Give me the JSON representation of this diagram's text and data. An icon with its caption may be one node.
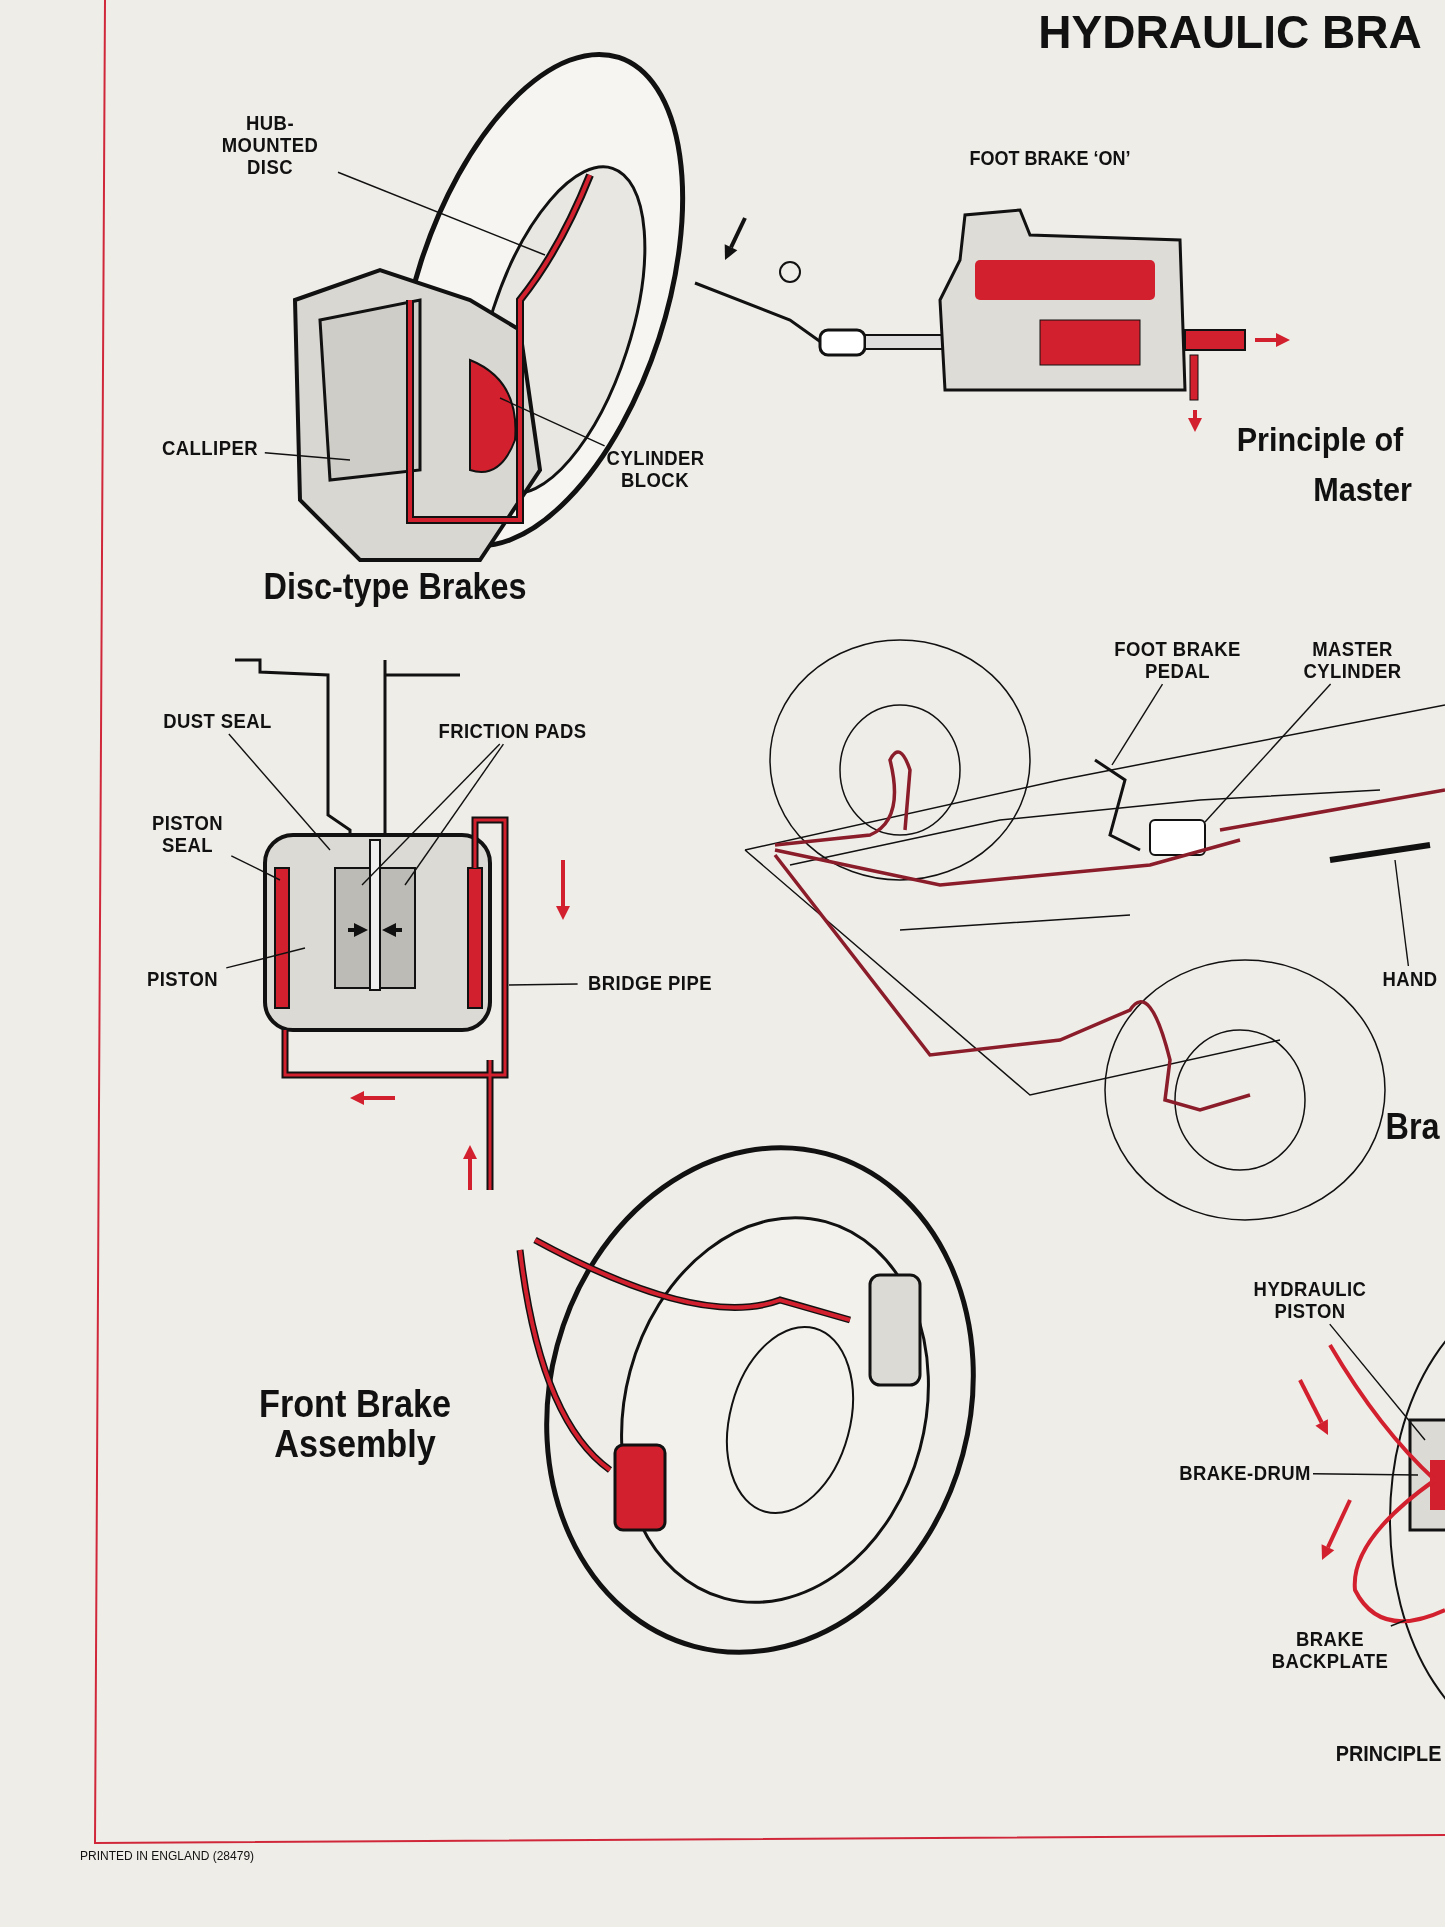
{
  "diagram": {
    "title": "HYDRAULIC BRA",
    "nodes": [
      {
        "text": [
          "HUB-MOUNTED DISC"
        ]
      },
      {
        "text": [
          "CALLIPER"
        ]
      },
      {
        "text": [
          "CYLINDER BLOCK"
        ]
      },
      {
        "text": [
          "DUST SEAL"
        ]
      },
      {
        "text": [
          "FRICTION PADS"
        ]
      },
      {
        "text": [
          "PISTON SEAL"
        ]
      },
      {
        "text": [
          "PISTON"
        ]
      },
      {
        "text": [
          "BRIDGE PIPE"
        ]
      },
      {
        "text": [
          "FOOT BRAKE PEDAL"
        ]
      },
      {
        "text": [
          "MASTER CYLINDER"
        ]
      },
      {
        "text": [
          "HAND"
        ]
      },
      {
        "text": [
          "HYDRAULIC PISTON"
        ]
      },
      {
        "text": [
          "BRAKE-DRUM"
        ]
      },
      {
        "text": [
          "BRAKE BACKPLATE"
        ]
      },
      {
        "text": [],
        "shape": "picture"
      },
      {
        "text": [],
        "shape": "picture"
      }
    ],
    "edges": [
      {
        "from": 0,
        "to": null,
        "arrow": "none"
      },
      {
        "from": 1,
        "to": null,
        "arrow": "none"
      },
      {
        "from": 2,
        "to": null,
        "arrow": "none"
      },
      {
        "from": 3,
        "to": 15,
        "arrow": "none"
      },
      {
        "from": 4,
        "to": 15,
        "arrow": "none"
      },
      {
        "from": 4,
        "to": 15,
        "arrow": "none"
      },
      {
        "from": 5,
        "to": 15,
        "arrow": "none"
      },
      {
        "from": 6,
        "to": 15,
        "arrow": "none"
      },
      {
        "from": 7,
        "to": 15,
        "arrow": "none"
      },
      {
        "from": 8,
        "to": null,
        "arrow": "none"
      },
      {
        "from": 9,
        "to": null,
        "arrow": "none"
      },
      {
        "from": 10,
        "to": null,
        "arrow": "none"
      },
      {
        "from": 11,
        "to": 14,
        "arrow": "none"
      },
      {
        "from": 12,
        "to": 14,
        "arrow": "none"
      },
      {
        "from": 13,
        "to": 14,
        "arrow": "none"
      }
    ],
    "labels": [
      "FOOT BRAKE ‘ON’",
      "Principle of",
      "Master",
      "Disc-type Brakes",
      "Bra",
      "Front Brake Assembly",
      "PRINCIPLE",
      "PRINTED IN ENGLAND (28479)"
    ]
  }
}
